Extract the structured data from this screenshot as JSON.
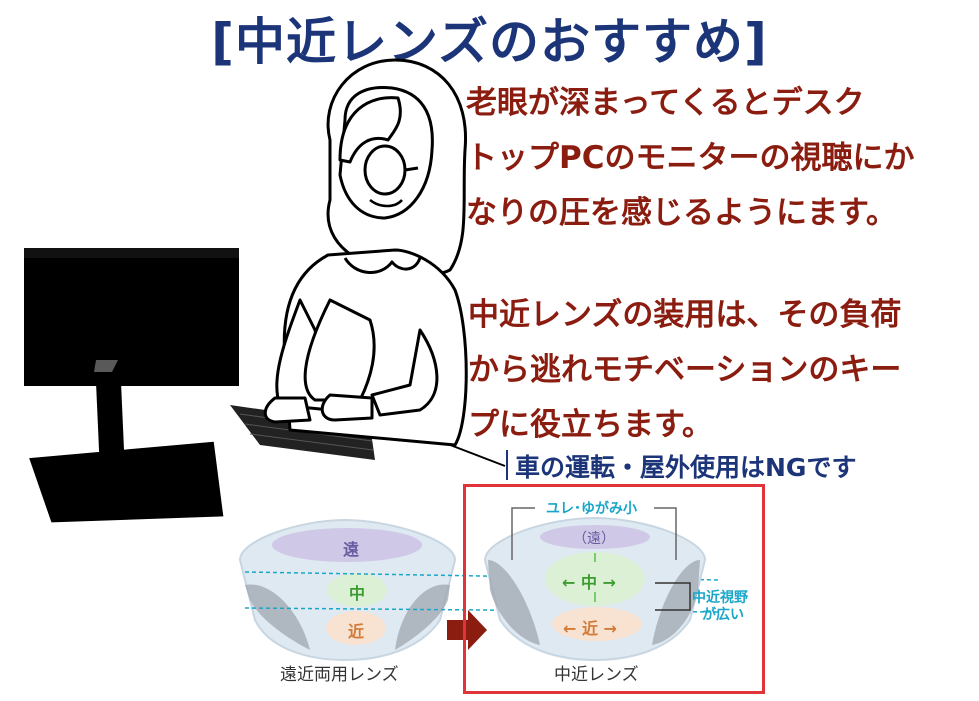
{
  "title": "[中近レンズのおすすめ]",
  "message1": {
    "lines": [
      "老眼が深まってくるとデスク",
      "トップPCのモニターの視聴にか",
      "なりの圧を感じるようにます。"
    ]
  },
  "message2": {
    "lines": [
      "中近レンズの装用は、その負荷",
      "から逃れモチベーションのキー",
      "プに役立ちます。"
    ]
  },
  "note": "車の運転・屋外使用はNGです",
  "lens_left": {
    "caption": "遠近両用レンズ",
    "zones": {
      "far": "遠",
      "mid": "中",
      "near": "近"
    }
  },
  "lens_right": {
    "caption": "中近レンズ",
    "top_label": "ユレ･ゆがみ小",
    "zones": {
      "far": "（遠）",
      "mid": "← 中 →",
      "near": "← 近 →"
    },
    "side_label": [
      "中近視野",
      "が広い"
    ]
  },
  "colors": {
    "title": "#1c3579",
    "message": "#8b1d10",
    "note": "#1c3579",
    "highlight_box": "#e0333a",
    "zone_far": "#8a7bb8",
    "zone_mid": "#5bbd4f",
    "zone_near": "#e59a5a",
    "label_cyan": "#1aa6c8"
  }
}
